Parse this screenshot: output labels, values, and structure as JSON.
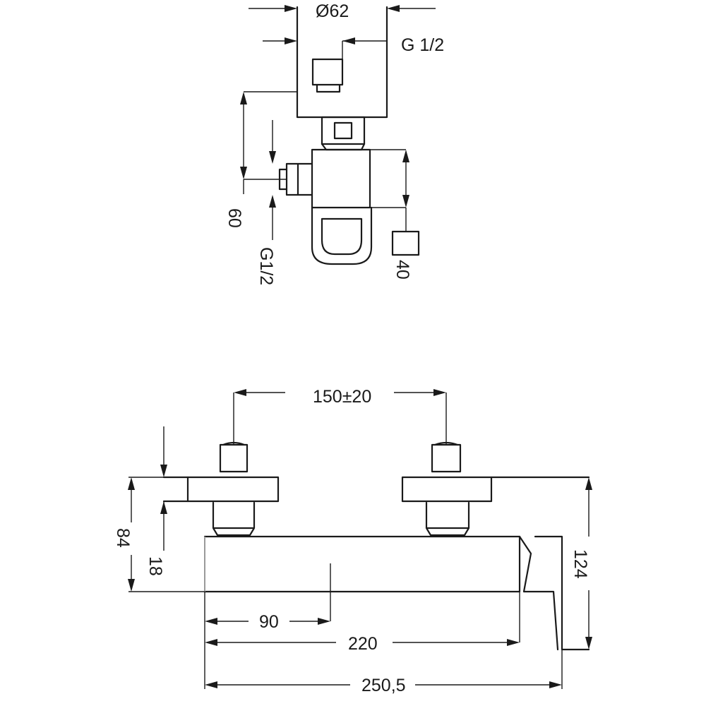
{
  "top_view": {
    "diameter_label": "Ø62",
    "thread_top_label": "G 1/2",
    "height_label": "60",
    "thread_side_label": "G1/2",
    "width_label": "40"
  },
  "front_view": {
    "spacing_label": "150±20",
    "height_inlet_label": "84",
    "offset_label": "18",
    "total_height_label": "124",
    "center_label": "90",
    "body_length_label": "220",
    "overall_length_label": "250,5"
  }
}
